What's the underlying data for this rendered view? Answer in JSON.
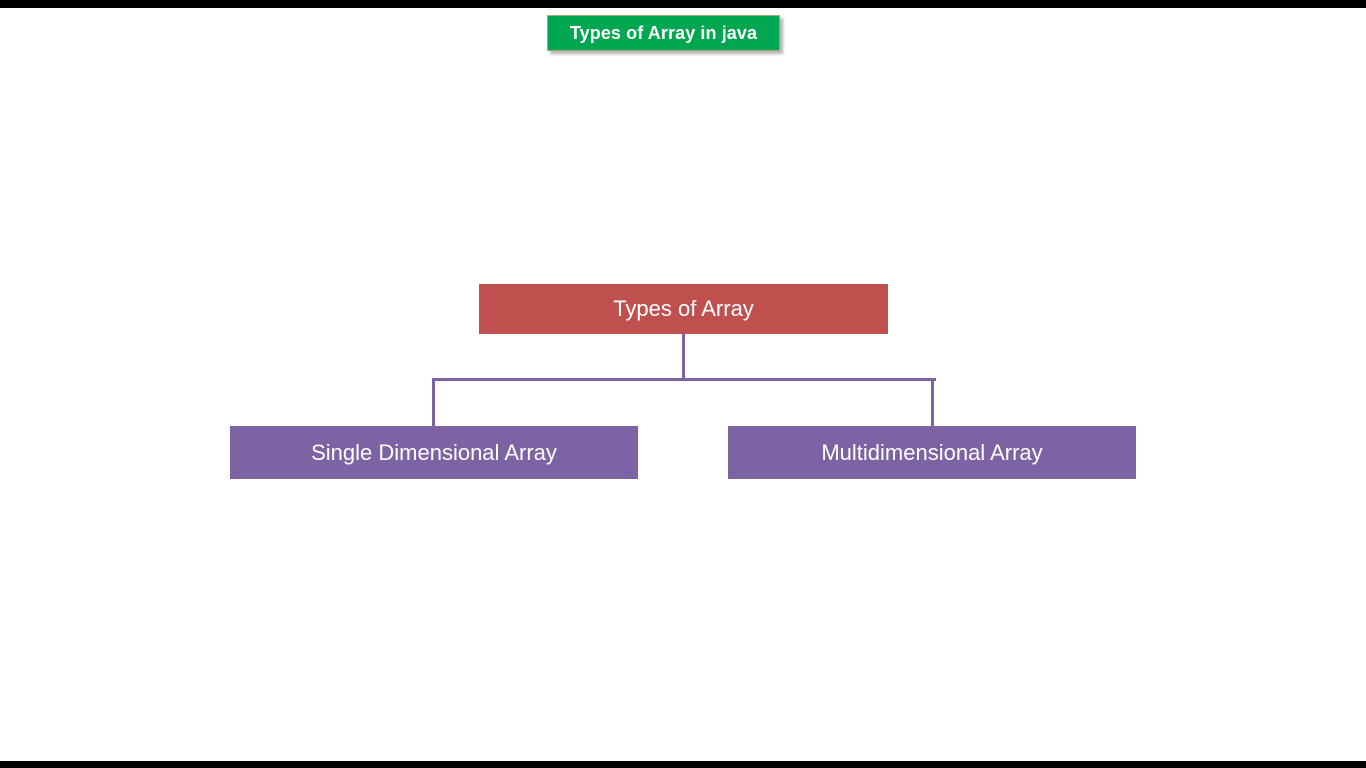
{
  "slide": {
    "title_chip": {
      "label": "Types of Array in java",
      "bg_color": "#00A650",
      "text_color": "#FFFFFF"
    },
    "diagram": {
      "type": "hierarchy-tree",
      "root": {
        "label": "Types of Array",
        "bg_color": "#C0504D",
        "text_color": "#FFFFFF"
      },
      "connector_color": "#7D63A4",
      "children": [
        {
          "label": "Single Dimensional Array",
          "bg_color": "#7D63A4",
          "text_color": "#FFFFFF"
        },
        {
          "label": "Multidimensional Array",
          "bg_color": "#7D63A4",
          "text_color": "#FFFFFF"
        }
      ]
    },
    "letterbox_color": "#000000",
    "background_color": "#FFFFFF"
  }
}
